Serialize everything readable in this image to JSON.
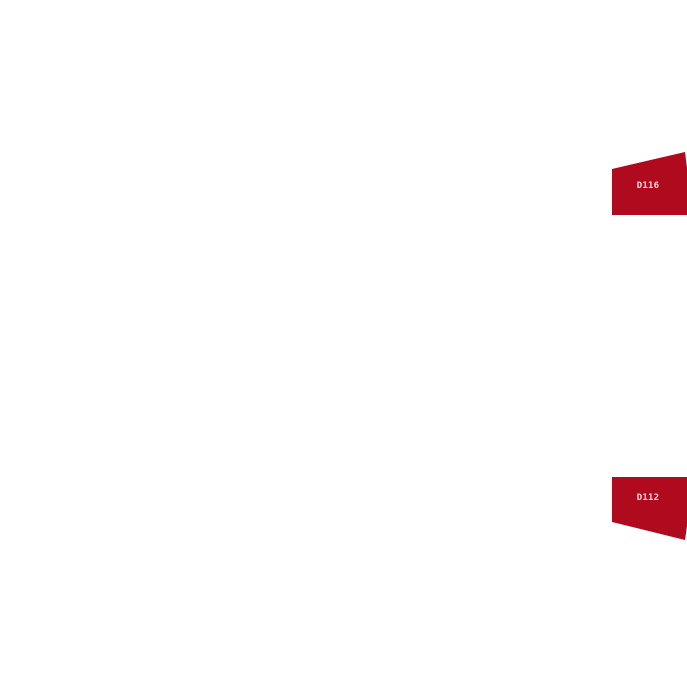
{
  "map": {
    "background": "#ffffff",
    "room_fill": "#b00a1e",
    "label_color": "#ffd9dc",
    "rooms": [
      {
        "id": "D116",
        "label": "D116"
      },
      {
        "id": "D112",
        "label": "D112"
      }
    ]
  }
}
